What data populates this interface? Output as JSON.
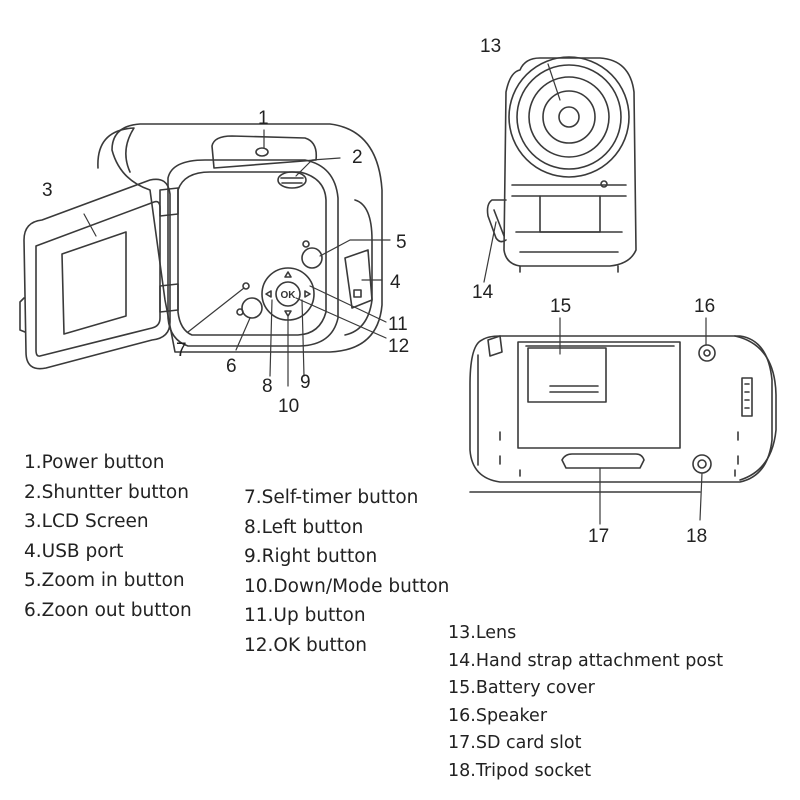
{
  "callouts": {
    "n1": "1",
    "n2": "2",
    "n3": "3",
    "n4": "4",
    "n5": "5",
    "n6": "6",
    "n7": "7",
    "n8": "8",
    "n9": "9",
    "n10": "10",
    "n11": "11",
    "n12": "12",
    "n13": "13",
    "n14": "14",
    "n15": "15",
    "n16": "16",
    "n17": "17",
    "n18": "18",
    "ok_label": "OK"
  },
  "legend": {
    "col1": [
      "1.Power button",
      "2.Shuntter button",
      "3.LCD Screen",
      "4.USB port",
      "5.Zoom in button",
      "6.Zoon out button"
    ],
    "col2": [
      "7.Self-timer button",
      "8.Left button",
      "9.Right button",
      "10.Down/Mode button",
      "11.Up button",
      "12.OK button"
    ],
    "col3": [
      "13.Lens",
      "14.Hand strap attachment post",
      "15.Battery cover",
      "16.Speaker",
      "17.SD card slot",
      "18.Tripod socket"
    ]
  }
}
